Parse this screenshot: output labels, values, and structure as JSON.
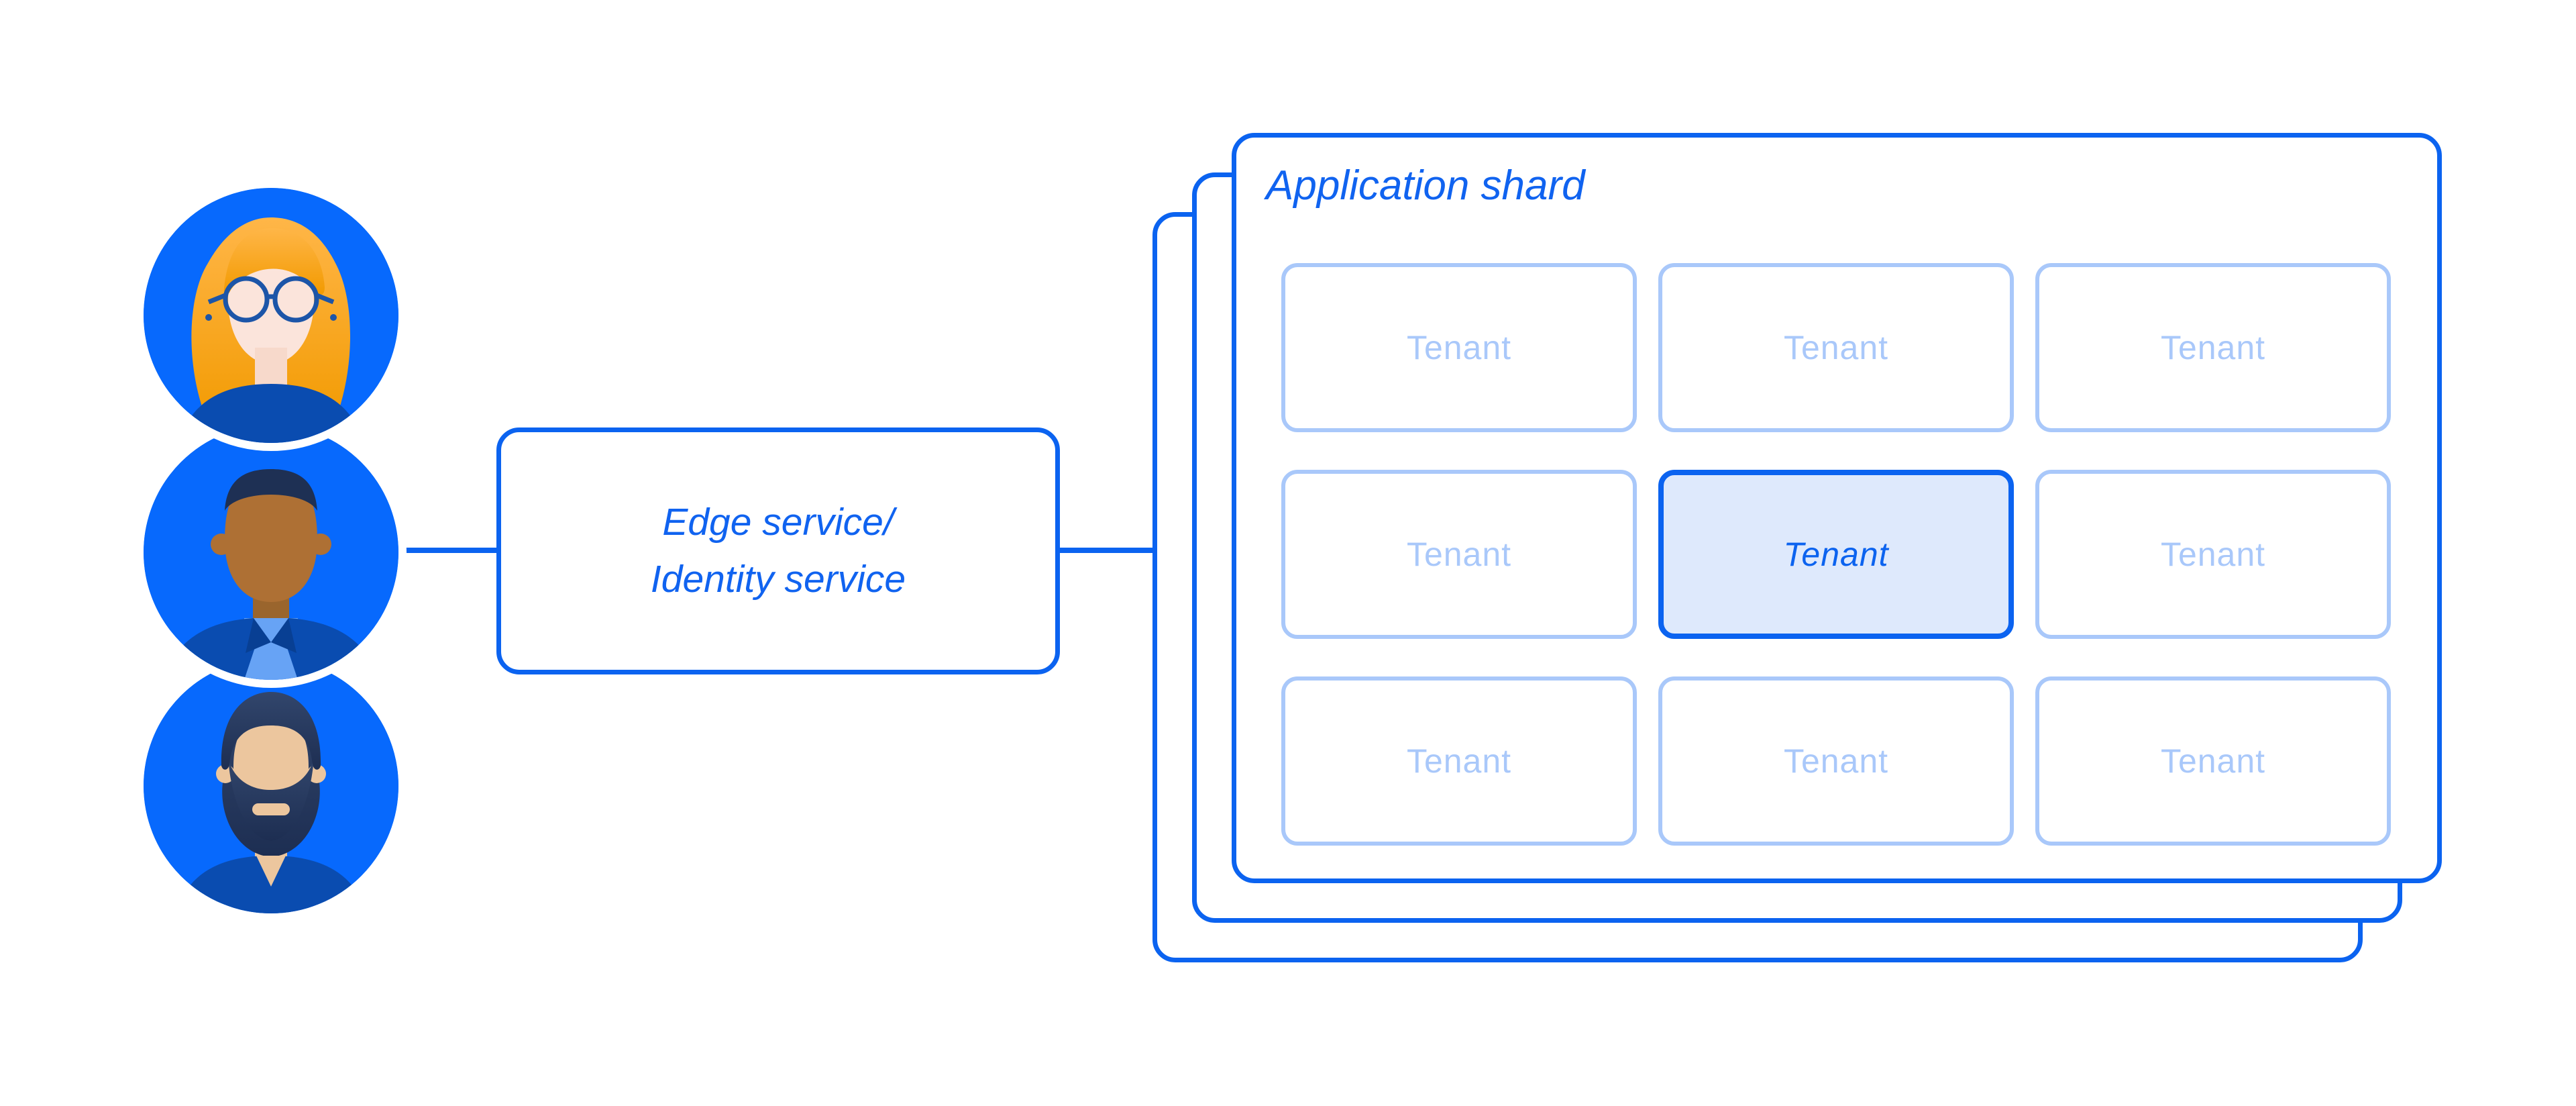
{
  "users": {
    "avatars": [
      {
        "icon": "woman-with-glasses-avatar"
      },
      {
        "icon": "bald-man-avatar"
      },
      {
        "icon": "bearded-man-avatar"
      }
    ]
  },
  "edge_service": {
    "line1": "Edge service/",
    "line2": "Identity service"
  },
  "application_shard": {
    "title": "Application shard",
    "stacked_cards": 3,
    "tenants": [
      {
        "label": "Tenant",
        "highlighted": false
      },
      {
        "label": "Tenant",
        "highlighted": false
      },
      {
        "label": "Tenant",
        "highlighted": false
      },
      {
        "label": "Tenant",
        "highlighted": false
      },
      {
        "label": "Tenant",
        "highlighted": true
      },
      {
        "label": "Tenant",
        "highlighted": false
      },
      {
        "label": "Tenant",
        "highlighted": false
      },
      {
        "label": "Tenant",
        "highlighted": false
      },
      {
        "label": "Tenant",
        "highlighted": false
      }
    ]
  },
  "colors": {
    "primary_blue": "#0B63F0",
    "text_blue": "#1063F0",
    "light_blue": "#A9C8FA",
    "highlight_fill": "#DEE9FC",
    "avatar_circle_blue": "#0769FD",
    "navy_clothing": "#0A4CB0"
  }
}
